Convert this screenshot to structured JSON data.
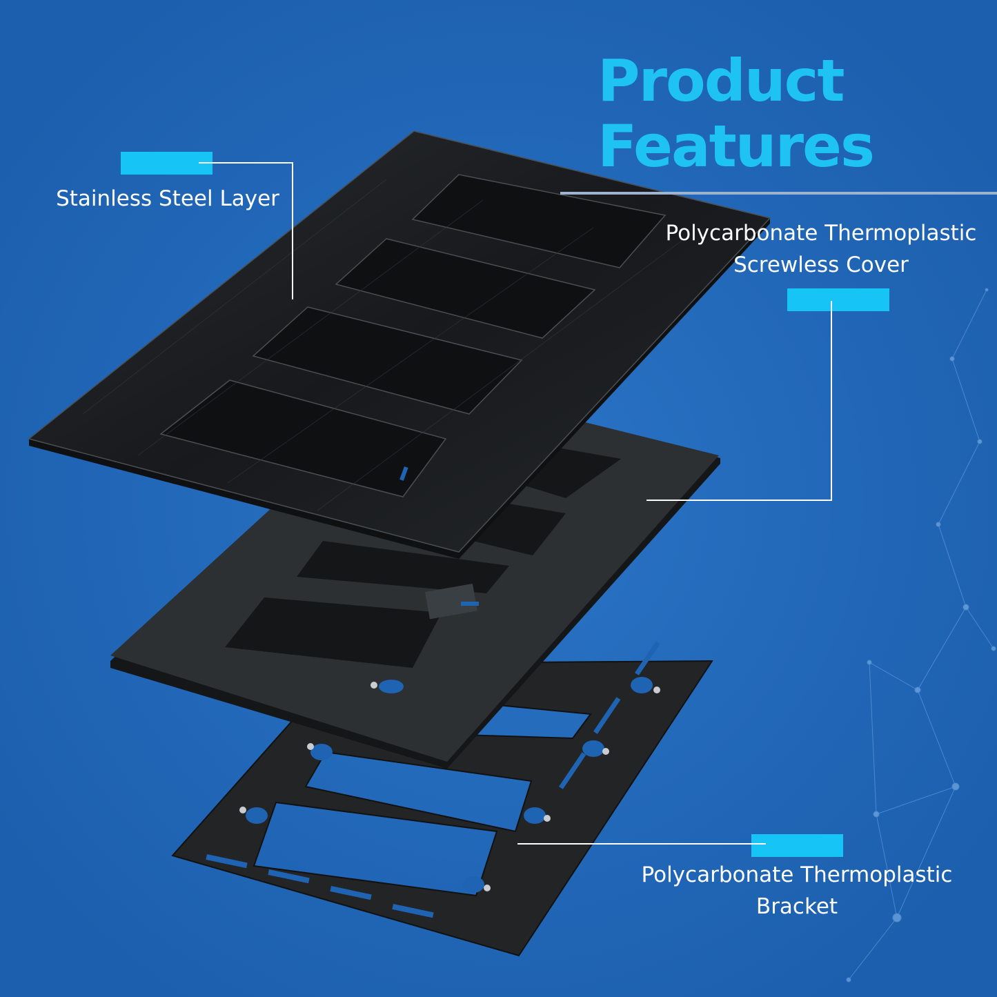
{
  "title": {
    "line1": "Product",
    "line2": "Features"
  },
  "labels": {
    "steel": "Stainless Steel Layer",
    "cover_line1": "Polycarbonate Thermoplastic",
    "cover_line2": "Screwless Cover",
    "bracket_line1": "Polycarbonate Thermoplastic",
    "bracket_line2": "Bracket"
  },
  "colors": {
    "background": "#1f63b3",
    "title": "#1ec3f4",
    "accent_tag": "#16c4f6",
    "leader_line": "#ffffff",
    "steel_plate": "#1d2024",
    "cover_plate": "#2c3033",
    "bracket": "#222426"
  },
  "icons": {
    "network_background": "network-dots-icon"
  }
}
